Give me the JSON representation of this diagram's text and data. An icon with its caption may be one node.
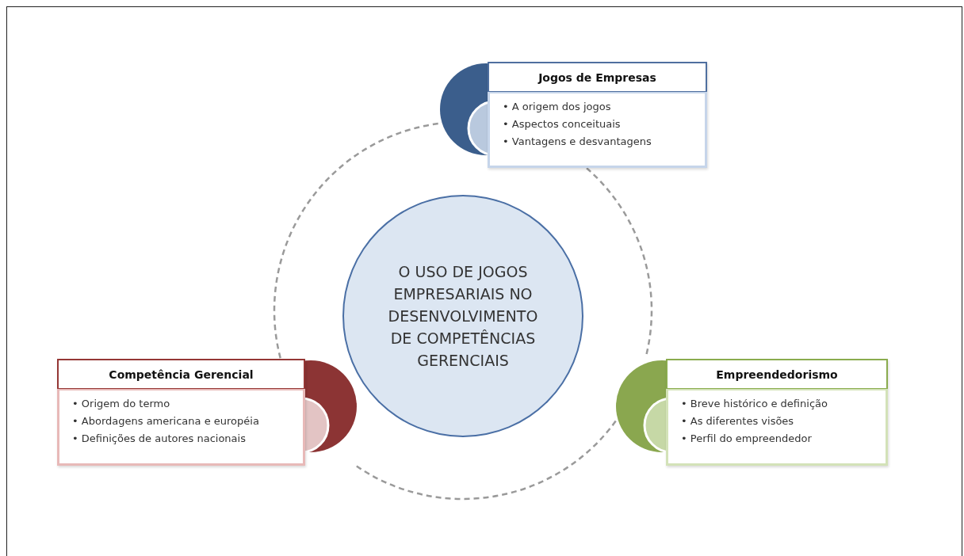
{
  "diagram": {
    "nodes": [
      {
        "text": [
          "Jogos de Empresas",
          "• A origem dos jogos",
          "• Aspectos conceituais",
          "• Vantagens e desvantagens"
        ]
      },
      {
        "text": [
          "O USO DE JOGOS EMPRESARIAIS NO DESENVOLVIMENTO DE COMPETÊNCIAS GERENCIAIS"
        ]
      },
      {
        "text": [
          "Competência Gerencial",
          "• Origem do termo",
          "• Abordagens americana e européia",
          "• Definições de autores nacionais"
        ]
      },
      {
        "text": [
          "Empreendedorismo",
          "• Breve histórico e definição",
          "• As diferentes visões",
          "• Perfil do empreendedor"
        ]
      }
    ],
    "edges": [
      {
        "from": 0,
        "to": 3,
        "arrow": "none",
        "style": "dashed"
      },
      {
        "from": 3,
        "to": 2,
        "arrow": "none",
        "style": "dashed"
      },
      {
        "from": 2,
        "to": 0,
        "arrow": "none",
        "style": "dashed"
      }
    ]
  }
}
